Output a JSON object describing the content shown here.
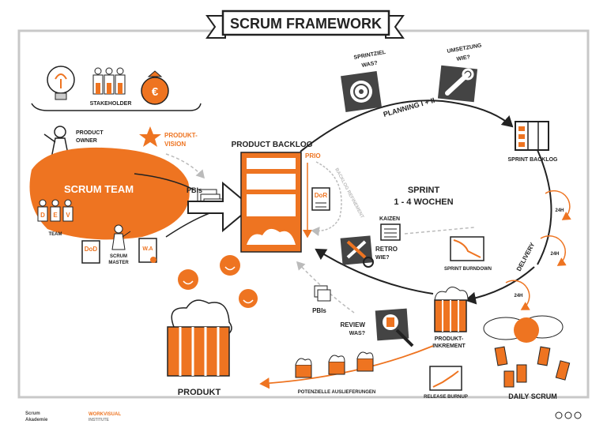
{
  "title": "SCRUM FRAMEWORK",
  "stakeholder": "STAKEHOLDER",
  "product_owner": [
    "PRODUCT",
    "OWNER"
  ],
  "produkt_vision": [
    "PRODUKT-",
    "VISION"
  ],
  "scrum_team": "SCRUM TEAM",
  "team": "TEAM",
  "team_letters": [
    "D",
    "E",
    "V"
  ],
  "dod": "DoD",
  "scrum_master": [
    "SCRUM",
    "MASTER"
  ],
  "wa": "W.A",
  "pbis": "PBIs",
  "product_backlog": "PRODUCT BACKLOG",
  "prio": "PRIO",
  "backlog_refinement": "BACKLOG REFINEMENT",
  "dor": "DoR",
  "sprintziel": [
    "SPRINTZIEL",
    "WAS?"
  ],
  "umsetzung": [
    "UMSETZUNG",
    "WIE?"
  ],
  "planning": "PLANNING I + II",
  "sprint_backlog": "SPRINT BACKLOG",
  "sprint": [
    "SPRINT",
    "1 - 4 WOCHEN"
  ],
  "kaizen": "KAIZEN",
  "retro": [
    "RETRO",
    "WIE?"
  ],
  "sprint_burndown": "SPRINT BURNDOWN",
  "delivery": "DELIVERY",
  "h24": "24H",
  "review": [
    "REVIEW",
    "WAS?"
  ],
  "produkt_inkrement": [
    "PRODUKT-",
    "INKREMENT"
  ],
  "pbis_bottom": "PBIs",
  "produkt": "PRODUKT",
  "potenzielle": "POTENZIELLE AUSLIEFERUNGEN",
  "release_burnup": "RELEASE BURNUP",
  "daily_scrum": "DAILY SCRUM",
  "footer_logo1": [
    "Scrum",
    "Akademie"
  ],
  "footer_logo2": [
    "WORKVISUAL",
    "INSTITUTE"
  ],
  "colors": {
    "orange": "#ee7421",
    "dark": "#222222",
    "frame": "#c8c8c8"
  }
}
